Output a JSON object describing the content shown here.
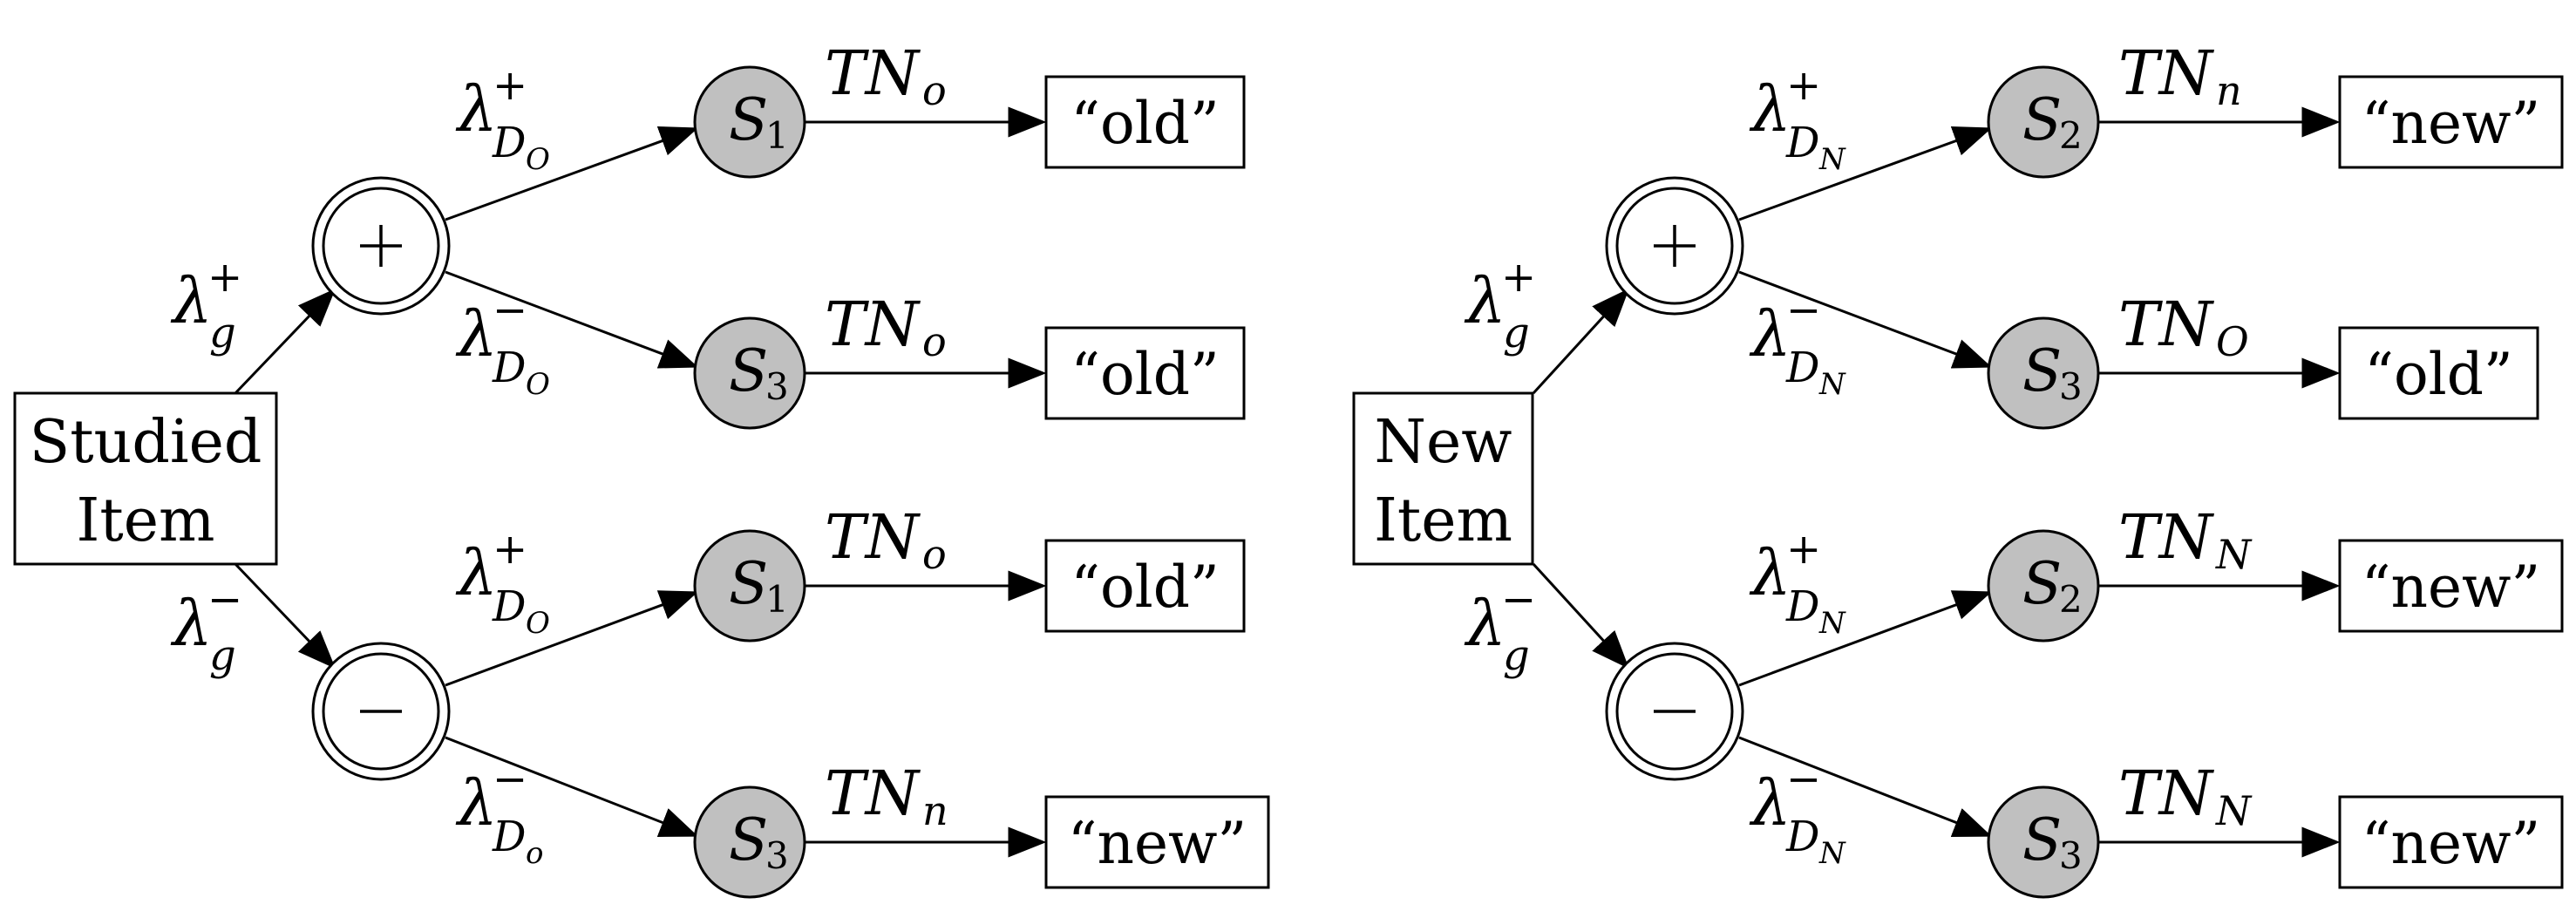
{
  "diagrams": [
    {
      "source_label": [
        "Studied",
        "Item"
      ],
      "g_plus": {
        "base": "λ",
        "sup": "+",
        "sub": "g"
      },
      "g_minus": {
        "base": "λ",
        "sup": "−",
        "sub": "g"
      },
      "nodes": [
        "+",
        "−"
      ],
      "branches": [
        {
          "lambda": {
            "base": "λ",
            "sup": "+",
            "sub": "D",
            "subsub": "O"
          },
          "state": {
            "s": "S",
            "n": "1"
          },
          "tn": {
            "t": "TN",
            "sub": "o"
          },
          "response": "“old”"
        },
        {
          "lambda": {
            "base": "λ",
            "sup": "−",
            "sub": "D",
            "subsub": "O"
          },
          "state": {
            "s": "S",
            "n": "3"
          },
          "tn": {
            "t": "TN",
            "sub": "o"
          },
          "response": "“old”"
        },
        {
          "lambda": {
            "base": "λ",
            "sup": "+",
            "sub": "D",
            "subsub": "O"
          },
          "state": {
            "s": "S",
            "n": "1"
          },
          "tn": {
            "t": "TN",
            "sub": "o"
          },
          "response": "“old”"
        },
        {
          "lambda": {
            "base": "λ",
            "sup": "−",
            "sub": "D",
            "subsub": "o"
          },
          "state": {
            "s": "S",
            "n": "3"
          },
          "tn": {
            "t": "TN",
            "sub": "n"
          },
          "response": "“new”"
        }
      ]
    },
    {
      "source_label": [
        "New",
        "Item"
      ],
      "g_plus": {
        "base": "λ",
        "sup": "+",
        "sub": "g"
      },
      "g_minus": {
        "base": "λ",
        "sup": "−",
        "sub": "g"
      },
      "nodes": [
        "+",
        "−"
      ],
      "branches": [
        {
          "lambda": {
            "base": "λ",
            "sup": "+",
            "sub": "D",
            "subsub": "N"
          },
          "state": {
            "s": "S",
            "n": "2"
          },
          "tn": {
            "t": "TN",
            "sub": "n"
          },
          "response": "“new”"
        },
        {
          "lambda": {
            "base": "λ",
            "sup": "−",
            "sub": "D",
            "subsub": "N"
          },
          "state": {
            "s": "S",
            "n": "3"
          },
          "tn": {
            "t": "TN",
            "sub": "O"
          },
          "response": "“old”"
        },
        {
          "lambda": {
            "base": "λ",
            "sup": "+",
            "sub": "D",
            "subsub": "N"
          },
          "state": {
            "s": "S",
            "n": "2"
          },
          "tn": {
            "t": "TN",
            "sub": "N"
          },
          "response": "“new”"
        },
        {
          "lambda": {
            "base": "λ",
            "sup": "−",
            "sub": "D",
            "subsub": "N"
          },
          "state": {
            "s": "S",
            "n": "3"
          },
          "tn": {
            "t": "TN",
            "sub": "N"
          },
          "response": "“new”"
        }
      ]
    }
  ]
}
